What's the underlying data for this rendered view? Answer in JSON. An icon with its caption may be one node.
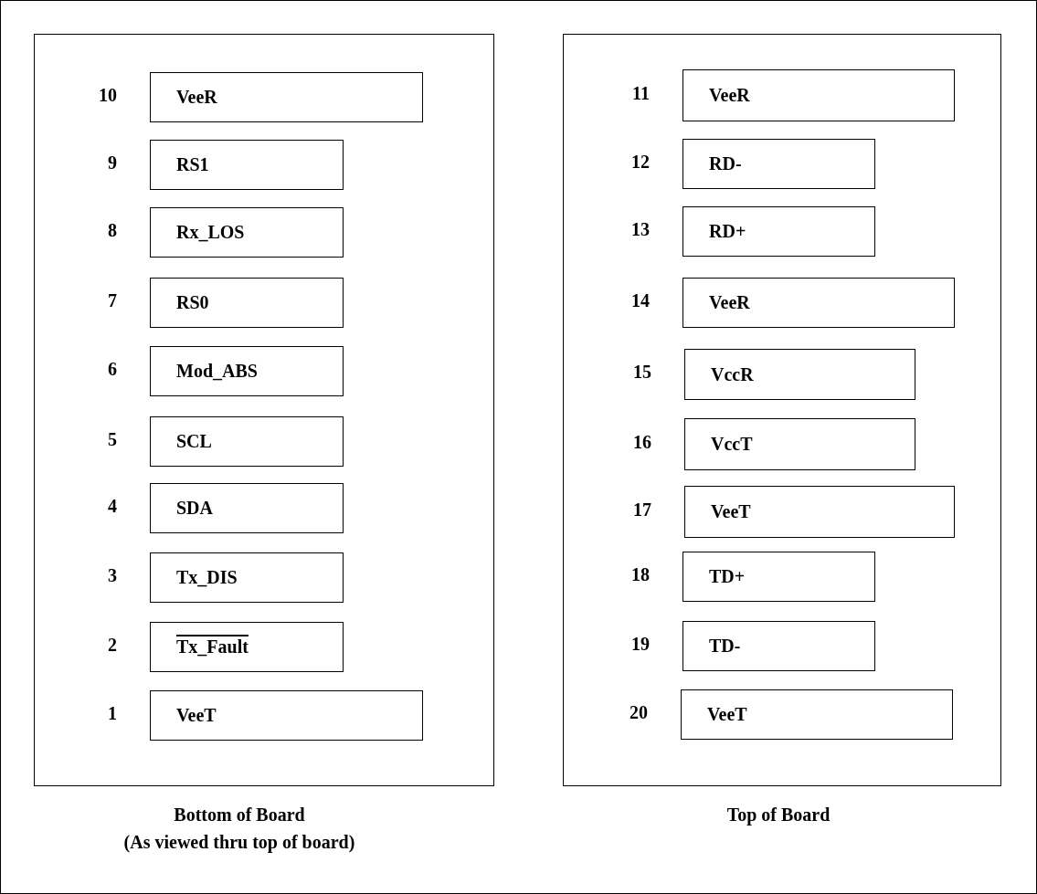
{
  "diagram": {
    "nodes": [
      {
        "text": [],
        "shape": "box",
        "beside": [
          "Bottom of Board",
          "(As viewed thru top of board)"
        ]
      },
      {
        "text": [
          "VeeR"
        ],
        "in": 0,
        "beside": [
          "10"
        ]
      },
      {
        "text": [
          "RS1"
        ],
        "in": 0,
        "beside": [
          "9"
        ]
      },
      {
        "text": [
          "Rx_LOS"
        ],
        "in": 0,
        "beside": [
          "8"
        ]
      },
      {
        "text": [
          "RS0"
        ],
        "in": 0,
        "beside": [
          "7"
        ]
      },
      {
        "text": [
          "Mod_ABS"
        ],
        "in": 0,
        "beside": [
          "6"
        ]
      },
      {
        "text": [
          "SCL"
        ],
        "in": 0,
        "beside": [
          "5"
        ]
      },
      {
        "text": [
          "SDA"
        ],
        "in": 0,
        "beside": [
          "4"
        ]
      },
      {
        "text": [
          "Tx_DIS"
        ],
        "in": 0,
        "beside": [
          "3"
        ]
      },
      {
        "text": [
          "Tx_Fault"
        ],
        "in": 0,
        "beside": [
          "2"
        ]
      },
      {
        "text": [
          "VeeT"
        ],
        "in": 0,
        "beside": [
          "1"
        ]
      },
      {
        "text": [],
        "shape": "box",
        "beside": [
          "Top of Board"
        ]
      },
      {
        "text": [
          "VeeR"
        ],
        "in": 11,
        "beside": [
          "11"
        ]
      },
      {
        "text": [
          "RD-"
        ],
        "in": 11,
        "beside": [
          "12"
        ]
      },
      {
        "text": [
          "RD+"
        ],
        "in": 11,
        "beside": [
          "13"
        ]
      },
      {
        "text": [
          "VeeR"
        ],
        "in": 11,
        "beside": [
          "14"
        ]
      },
      {
        "text": [
          "VccR"
        ],
        "in": 11,
        "beside": [
          "15"
        ]
      },
      {
        "text": [
          "VccT"
        ],
        "in": 11,
        "beside": [
          "16"
        ]
      },
      {
        "text": [
          "VeeT"
        ],
        "in": 11,
        "beside": [
          "17"
        ]
      },
      {
        "text": [
          "TD+"
        ],
        "in": 11,
        "beside": [
          "18"
        ]
      },
      {
        "text": [
          "TD-"
        ],
        "in": 11,
        "beside": [
          "19"
        ]
      },
      {
        "text": [
          "VeeT"
        ],
        "in": 11,
        "beside": [
          "20"
        ]
      }
    ]
  }
}
